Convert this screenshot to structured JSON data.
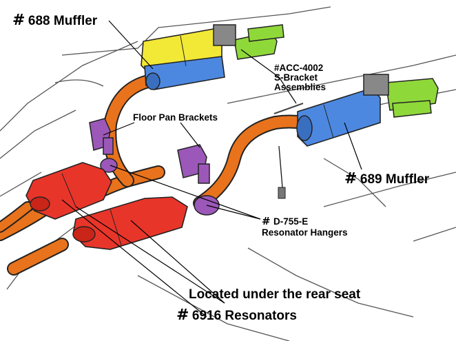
{
  "labels": {
    "muffler_688": {
      "hash": "#",
      "text": "688 Muffler"
    },
    "acc_bracket": {
      "line1": "#ACC-4002",
      "line2": "S-Bracket",
      "line3": "Assemblies"
    },
    "floor_pan": "Floor Pan Brackets",
    "muffler_689": {
      "hash": "#",
      "text": "689 Muffler"
    },
    "resonator_hangers": {
      "hash": "#",
      "line1": "D-755-E",
      "line2": "Resonator Hangers"
    },
    "located": "Located under the rear seat",
    "resonators": {
      "hash": "#",
      "text": "6916 Resonators"
    }
  },
  "colors": {
    "pipe": "#e8731c",
    "muffler_blue": "#4d88e0",
    "muffler_yellow": "#f2e836",
    "tip_green": "#8fd83a",
    "resonator_red": "#e8352a",
    "hanger_purple": "#9b58b8",
    "bracket_gray": "#777777",
    "outline": "#222222"
  }
}
